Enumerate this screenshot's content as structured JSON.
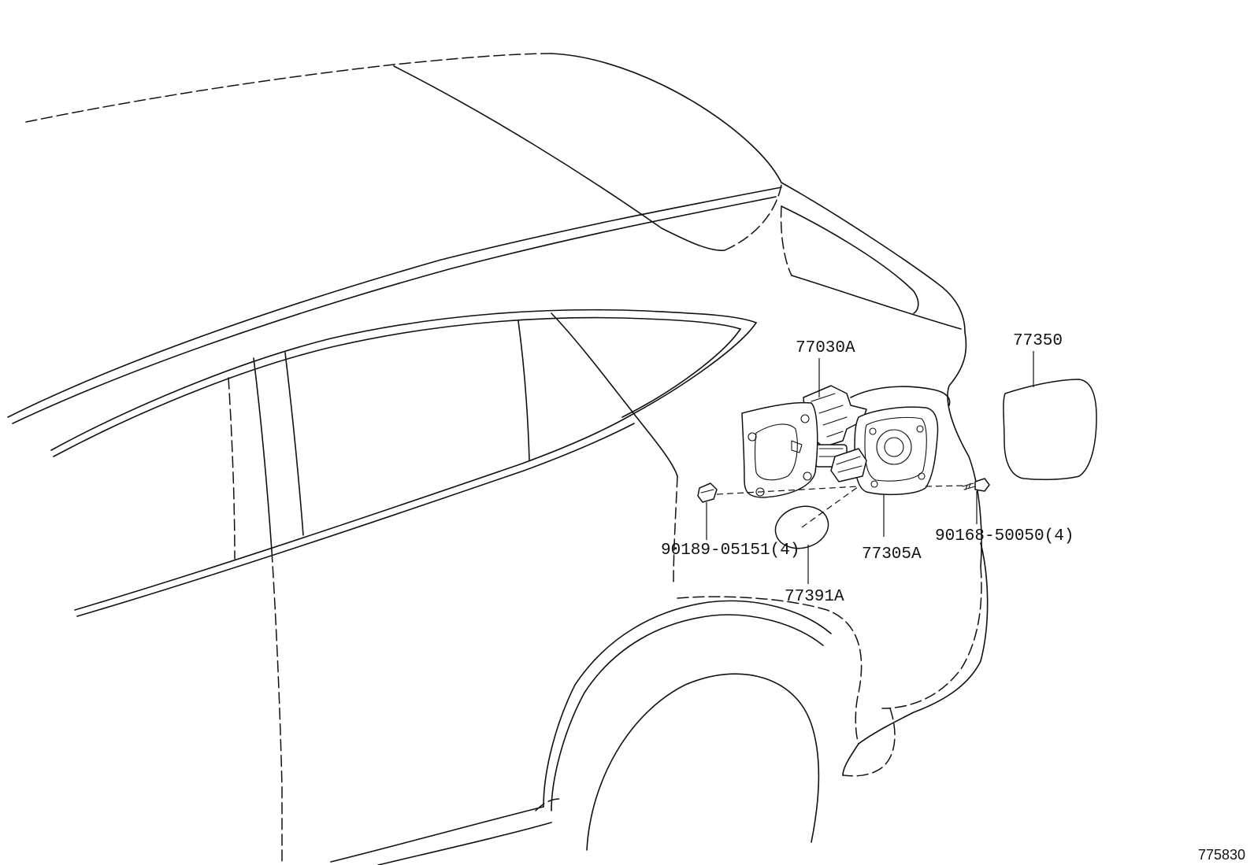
{
  "diagram_id": "775830",
  "parts": [
    {
      "key": "fuel_lid_lock",
      "label": "77030A"
    },
    {
      "key": "fuel_lid",
      "label": "77350"
    },
    {
      "key": "clip",
      "label": "90189-05151(4)"
    },
    {
      "key": "fuel_inlet_box",
      "label": "77305A"
    },
    {
      "key": "screw",
      "label": "90168-50050(4)"
    },
    {
      "key": "gasket",
      "label": "77391A"
    }
  ]
}
